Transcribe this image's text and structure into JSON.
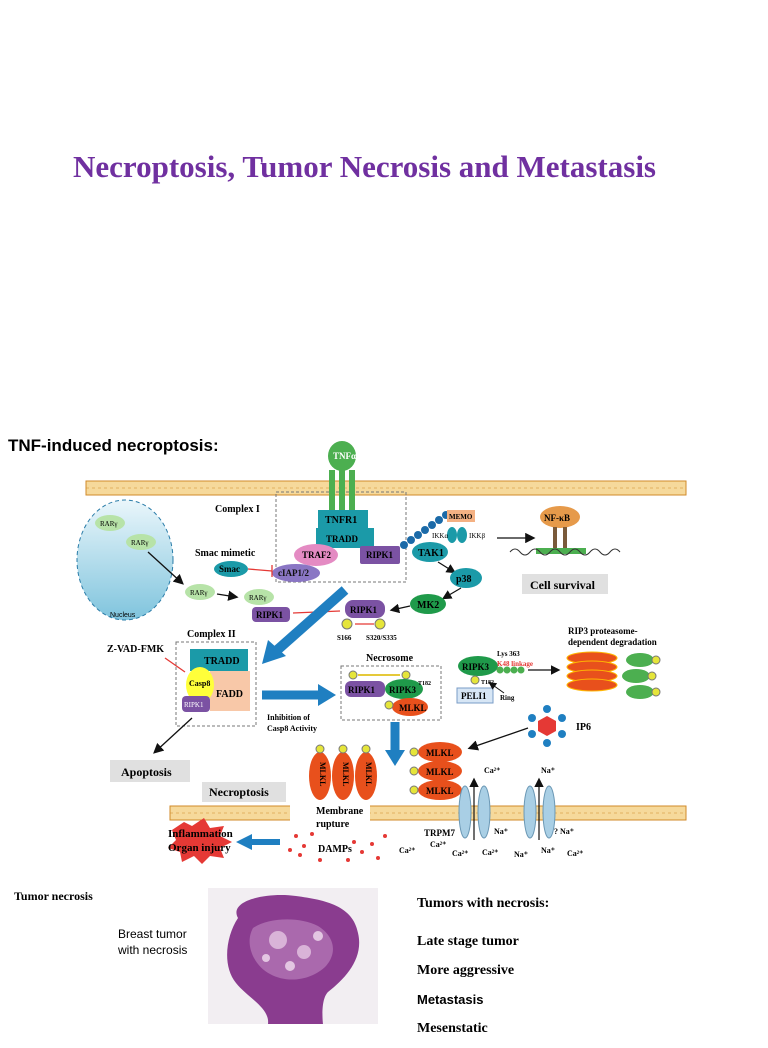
{
  "slide": {
    "title": "Necroptosis, Tumor Necrosis and Metastasis",
    "subheading": "TNF-induced necroptosis:"
  },
  "diagram": {
    "labels": {
      "tnfa": "TNFα",
      "tnfr1": "TNFR1",
      "tradd": "TRADD",
      "traf2": "TRAF2",
      "ripk1_c1": "RIPK1",
      "ciap": "cIAP1/2",
      "complex1": "Complex I",
      "memo": "MEMO",
      "ikka": "IKKα",
      "ikkb": "IKKβ",
      "tak1": "TAK1",
      "nfkb": "NF-κB",
      "cell_survival": "Cell survival",
      "p38": "p38",
      "mk2": "MK2",
      "ripk1_mid": "RIPK1",
      "s166": "S166",
      "s320": "S320/S335",
      "smac_mimetic": "Smac mimetic",
      "smac": "Smac",
      "rar1": "RARγ",
      "rar2": "RARγ",
      "rar3": "RARγ",
      "rar4": "RARγ",
      "ripk1_rar": "RIPK1",
      "nucleus": "Nucleus",
      "zvad": "Z-VAD-FMK",
      "complex2": "Complex II",
      "tradd_c2": "TRADD",
      "casp8": "Casp8",
      "fadd": "FADD",
      "ripk1_c2": "RIPK1",
      "inhibition": "Inhibition of",
      "inhibition2": "Casp8 Activity",
      "necrosome": "Necrosome",
      "ripk1_n": "RIPK1",
      "ripk3_n": "RIPK3",
      "mlkl_n": "MLKL",
      "t182": "T182",
      "lys363": "Lys 363",
      "k48": "K48 linkage",
      "ripk3_r": "RIPK3",
      "peli1": "PELI1",
      "ring": "Ring",
      "rip3_deg": "RIP3 proteasome-",
      "rip3_deg2": "dependent degradation",
      "ip6": "IP6",
      "apoptosis": "Apoptosis",
      "necroptosis": "Necroptosis",
      "mlkl_a": "MLKL",
      "mlkl_b": "MLKL",
      "mlkl_c": "MLKL",
      "mlkl_d": "MLKL",
      "mlkl_e": "MLKL",
      "mlkl_f": "MLKL",
      "membrane": "Membrane",
      "rupture": "rupture",
      "inflammation": "Inflammation",
      "organ": "Organ injury",
      "damps": "DAMPs",
      "trpm7": "TRPM7",
      "ca_1": "Ca²⁺",
      "ca_2": "Ca²⁺",
      "ca_3": "Ca²⁺",
      "ca_4": "Ca²⁺",
      "ca_5": "Ca²⁺",
      "ca_6": "Ca²⁺",
      "na_1": "Na⁺",
      "na_2": "Na⁺",
      "na_3": "? Na⁺",
      "na_4": "Na⁺",
      "na_5": "Na⁺",
      "p": "P"
    }
  },
  "tumor_necrosis": {
    "title": "Tumor necrosis",
    "caption_line1": "Breast tumor",
    "caption_line2": "with necrosis",
    "with_necrosis_title": "Tumors with necrosis:",
    "items": [
      "Late stage tumor",
      "More aggressive",
      "Metastasis",
      "Mesenstatic"
    ]
  },
  "colors": {
    "title": "#7030a0",
    "tnf_green": "#4caf50",
    "receptor_teal": "#1b9aa8",
    "ripk1_purple": "#7b52a3",
    "mlkl_orange": "#e8501c",
    "ripk3_green": "#1f9a4a",
    "membrane_orange": "#e8a23a",
    "arrow_blue": "#1f7fc1",
    "tumor_purple": "#8a3c8f"
  }
}
